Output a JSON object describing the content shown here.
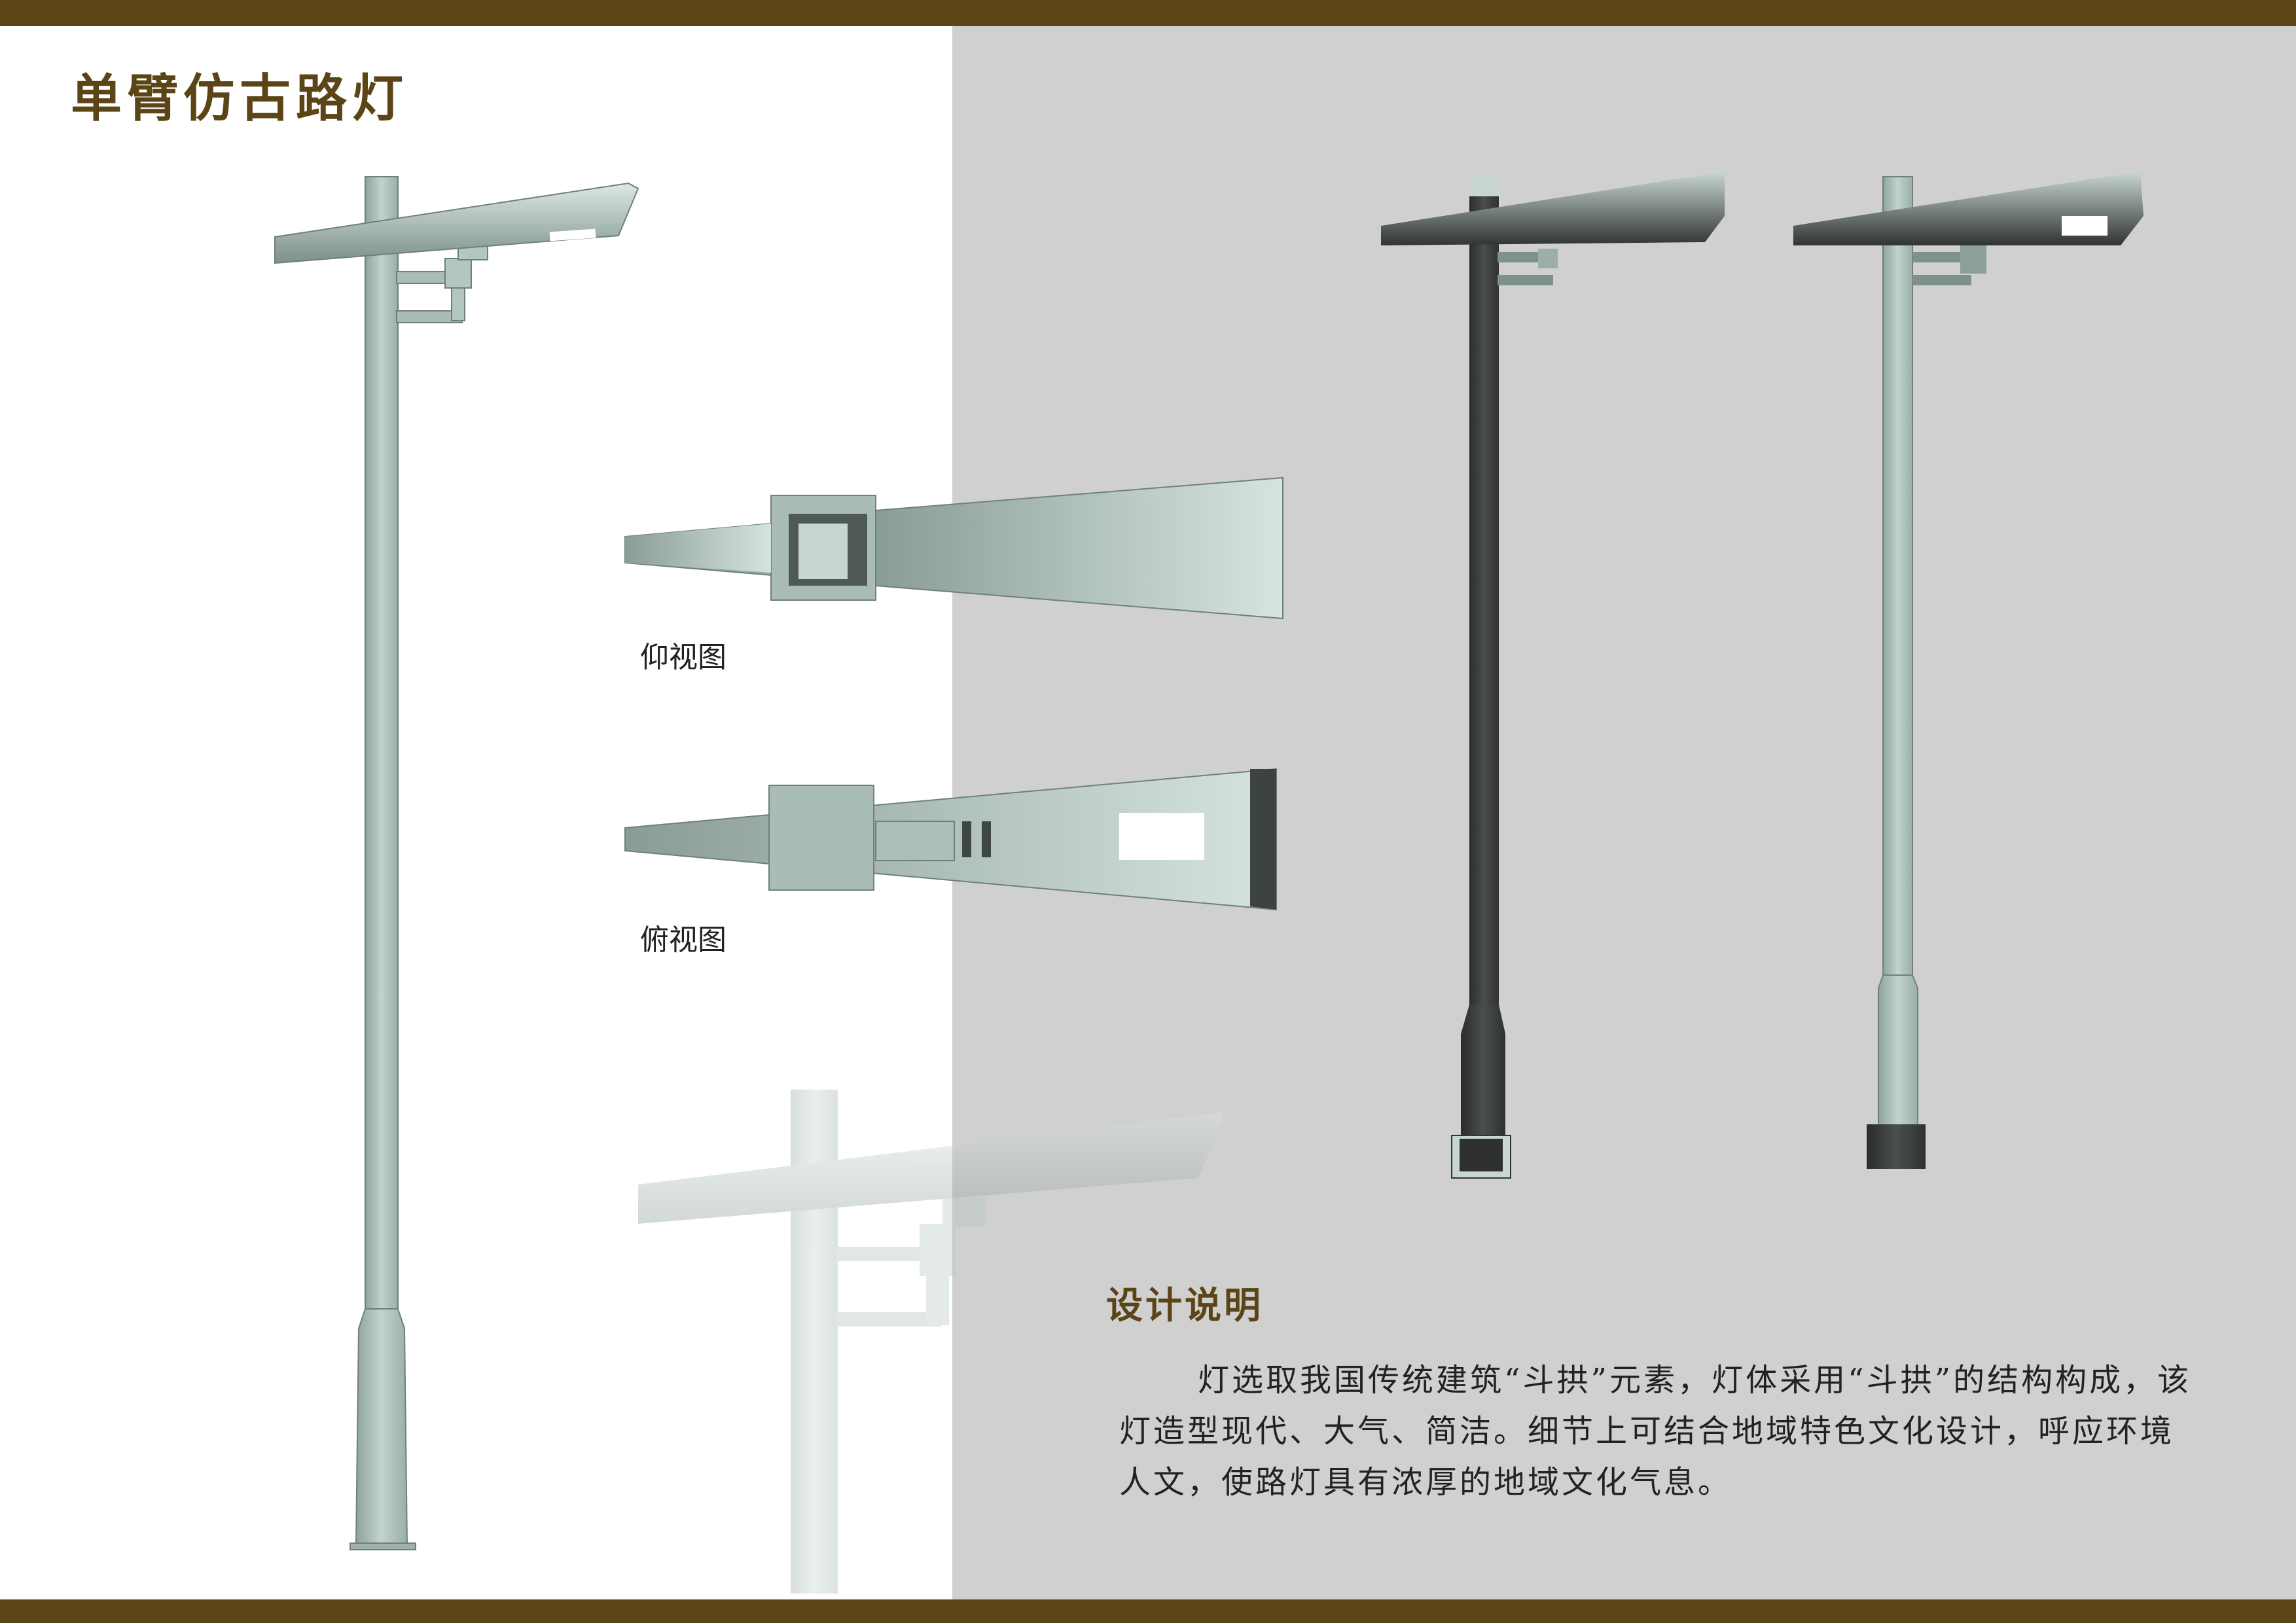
{
  "title": "单臂仿古路灯",
  "views": {
    "bottom_view_label": "仰视图",
    "top_view_label": "俯视图"
  },
  "design_notes": {
    "heading": "设计说明",
    "body": "灯选取我国传统建筑“斗拱”元素，灯体采用“斗拱”的结构构成，该灯造型现代、大气、简洁。细节上可结合地域特色文化设计，呼应环境人文，使路灯具有浓厚的地域文化气息。"
  },
  "colors": {
    "frame_brown": "#5b4517",
    "panel_gray": "#d0d0d0",
    "lamp_light": "#b8cbc6",
    "lamp_dark": "#3a3d3b"
  }
}
